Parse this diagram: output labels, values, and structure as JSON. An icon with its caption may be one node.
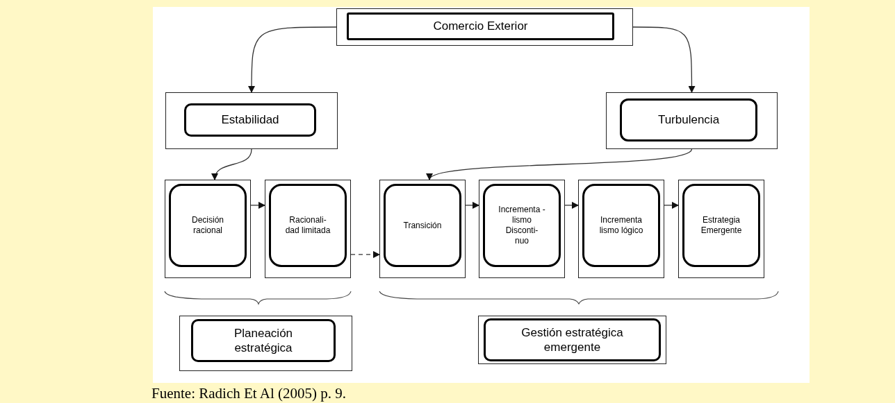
{
  "diagram": {
    "caption": "Fuente: Radich Et Al (2005) p. 9.",
    "nodes": [
      {
        "text": [],
        "shape": "box"
      },
      {
        "text": [
          "Comercio Exterior"
        ],
        "in": 0
      },
      {
        "text": [],
        "shape": "box"
      },
      {
        "text": [
          "Estabilidad"
        ],
        "in": 2
      },
      {
        "text": [],
        "shape": "box"
      },
      {
        "text": [
          "Turbulencia"
        ],
        "in": 4
      },
      {
        "text": [],
        "shape": "box"
      },
      {
        "text": [
          "Decisión racional"
        ],
        "in": 6
      },
      {
        "text": [],
        "shape": "box"
      },
      {
        "text": [
          "Racionali- dad limitada"
        ],
        "in": 8
      },
      {
        "text": [],
        "shape": "box"
      },
      {
        "text": [
          "Transición"
        ],
        "in": 10
      },
      {
        "text": [],
        "shape": "box"
      },
      {
        "text": [
          "Incrementa -lismo Disconti- nuo"
        ],
        "in": 12
      },
      {
        "text": [],
        "shape": "box"
      },
      {
        "text": [
          "Incrementa lismo lógico"
        ],
        "in": 14
      },
      {
        "text": [],
        "shape": "box"
      },
      {
        "text": [
          "Estrategia Emergente"
        ],
        "in": 16
      },
      {
        "text": [],
        "shape": "box"
      },
      {
        "text": [
          "Planeación estratégica"
        ],
        "in": 18
      },
      {
        "text": [],
        "shape": "box"
      },
      {
        "text": [
          "Gestión estratégica emergente"
        ],
        "in": 20
      }
    ],
    "edges": [
      {
        "from": 0,
        "to": 2,
        "arrow": "to"
      },
      {
        "from": 0,
        "to": 4,
        "arrow": "to"
      },
      {
        "from": 2,
        "to": 6,
        "arrow": "to"
      },
      {
        "from": 4,
        "to": 10,
        "arrow": "to"
      },
      {
        "from": 6,
        "to": 8,
        "arrow": "to"
      },
      {
        "from": 8,
        "to": 10,
        "arrow": "to",
        "style": "dashed"
      },
      {
        "from": 10,
        "to": 12,
        "arrow": "to"
      },
      {
        "from": 12,
        "to": 14,
        "arrow": "to"
      },
      {
        "from": 14,
        "to": 16,
        "arrow": "to"
      }
    ]
  }
}
